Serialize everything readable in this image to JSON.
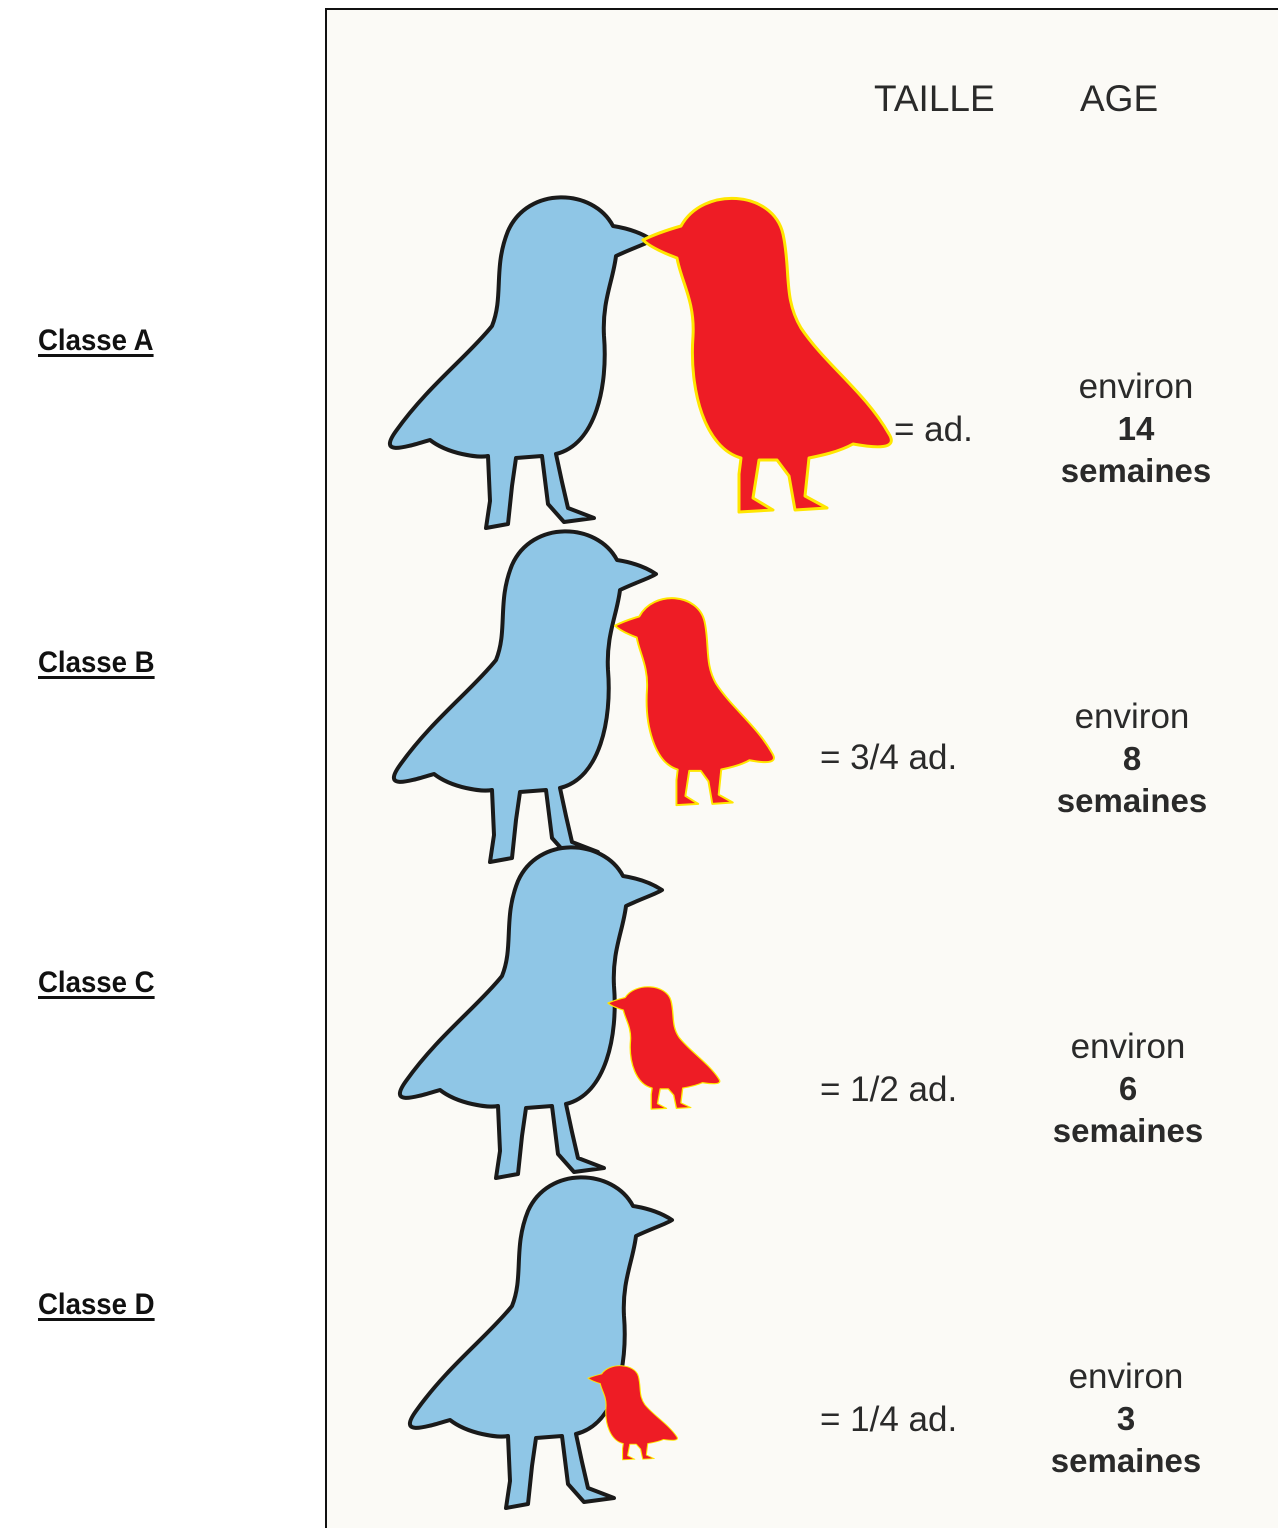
{
  "classes": [
    {
      "label": "Classe A",
      "taille": "= ad.",
      "environ": "environ",
      "age": "14",
      "unit": "semaines"
    },
    {
      "label": "Classe B",
      "taille": "= 3/4 ad.",
      "environ": "environ",
      "age": "8",
      "unit": "semaines"
    },
    {
      "label": "Classe C",
      "taille": "= 1/2 ad.",
      "environ": "environ",
      "age": "6",
      "unit": "semaines"
    },
    {
      "label": "Classe D",
      "taille": "= 1/4 ad.",
      "environ": "environ",
      "age": "3",
      "unit": "semaines"
    }
  ],
  "headers": {
    "taille": "TAILLE",
    "age": "AGE"
  },
  "young_size_fraction": [
    1,
    0.75,
    0.5,
    0.25
  ],
  "colors": {
    "adult": "#8fc6e6",
    "young": "#ee1c25",
    "young_rim": "#ffe600",
    "outline": "#1a1a1a"
  }
}
